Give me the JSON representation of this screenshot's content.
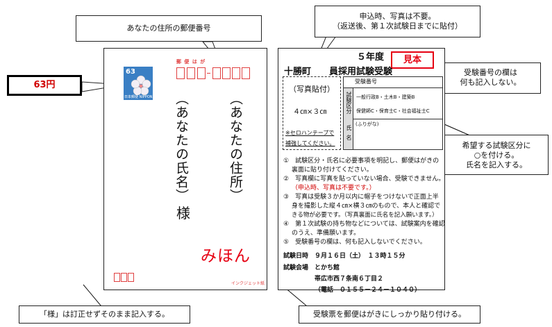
{
  "callouts": {
    "postal_code": "あなたの住所の郵便番号",
    "photo_line1": "申込時、写真は不要。",
    "photo_line2": "（返送後、第１次試験日までに貼付）",
    "exam_number_line1": "受験番号の欄は",
    "exam_number_line2": "何も記入しない。",
    "category_line1": "希望する試験区分に",
    "category_line2": "○を付ける。",
    "category_line3": "氏名を記入する。",
    "sama": "「様」は訂正せずそのまま記入する。",
    "attach": "受験票を郵便はがきにしっかり貼り付ける。"
  },
  "postcard": {
    "stamp_value": "63",
    "stamp_label": "63円",
    "stamp_small_text": "日本郵便 NIPPON",
    "header_text": "郵 便 は が",
    "address": "（あなたの住所）",
    "name": "（あなたの氏名）",
    "sama": "様",
    "mihon": "みほん",
    "inkjet": "インクジェット紙"
  },
  "ticket": {
    "year_text": "５年度",
    "title": "十勝町　　員採用試験受験",
    "mihon_badge": "見本",
    "photo_label": "（写真貼付）",
    "photo_size": "４㎝×３㎝",
    "photo_note_line1": "※セロハンテープで",
    "photo_note_line2": "補強してください。",
    "exam_number_label": "受験番号",
    "category_label": "試験区分",
    "category_line1": "一般行政B・土木B・建築B",
    "category_line2": "保健師C・保育士C・社会福祉士C",
    "name_label": "氏名",
    "furigana_label": "(ふりがな)",
    "notes": [
      "①　試験区分・氏名に必要事項を明記し、郵便はがきの",
      "裏面に貼り付けてください。",
      "②　写真欄に写真を貼っていない場合、受験できません。",
      "（申込時、写真は不要です。）",
      "③　写真は受験３か月以内に帽子をつけないで正面上半",
      "身を撮影した縦４㎝×横３㎝のもので、本人と確認で",
      "きる物が必要です。（写真裏面に氏名を記入願います。）",
      "④　第１次試験の持ち物などについては、試験案内を確認",
      "のうえ、準備願います。",
      "⑤　受験番号の欄は、何も記入しないでください。"
    ],
    "exam_datetime_label": "試験日時",
    "exam_datetime": "９月１６日（土）　１３時１５分",
    "venue_label": "試験会場",
    "venue_name": "とかち館",
    "venue_address": "帯広市西７条南６丁目２",
    "venue_phone": "（電話　０１５５－２４－１０４０）"
  },
  "colors": {
    "stamp_blue": "#3a7fc4",
    "postal_red": "#e04040",
    "mihon_red": "#e60012"
  }
}
